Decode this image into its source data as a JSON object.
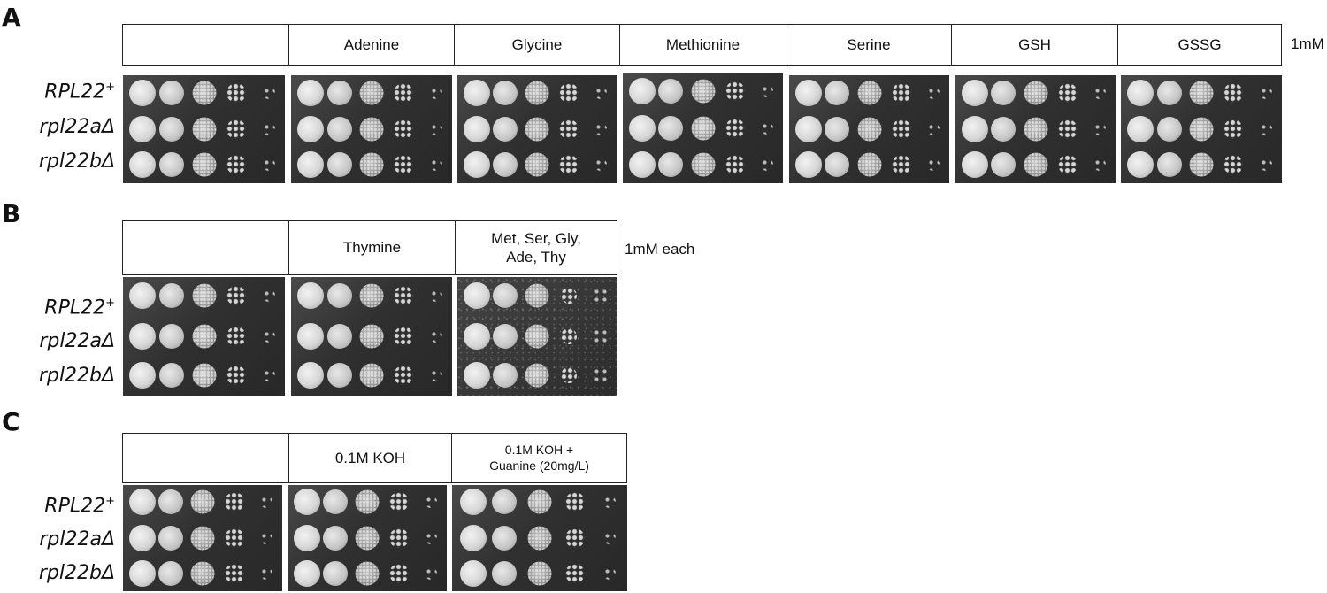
{
  "panels": [
    {
      "letter": "A",
      "headers": [
        "",
        "Adenine",
        "Glycine",
        "Methionine",
        "Serine",
        "GSH",
        "GSSG"
      ],
      "concentration": "1mM"
    },
    {
      "letter": "B",
      "headers": [
        "",
        "Thymine",
        "Met, Ser, Gly,\nAde, Thy"
      ],
      "concentration": "1mM each"
    },
    {
      "letter": "C",
      "headers": [
        "",
        "0.1M KOH",
        "0.1M KOH +\nGuanine (20mg/L)"
      ],
      "concentration": ""
    }
  ],
  "strains": [
    {
      "name": "RPL22",
      "superscript": "+"
    },
    {
      "name": "rpl22aΔ",
      "superscript": ""
    },
    {
      "name": "rpl22bΔ",
      "superscript": ""
    }
  ],
  "colors": {
    "plate": "#303030",
    "colony": "#e6e6e6",
    "border": "#222222"
  }
}
